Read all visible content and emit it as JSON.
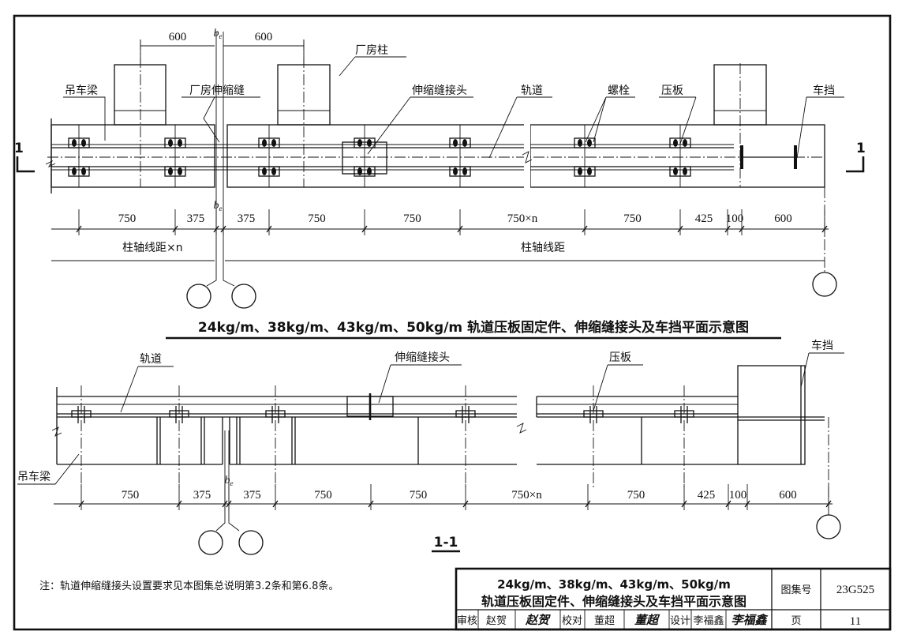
{
  "plan": {
    "title": "24kg/m、38kg/m、43kg/m、50kg/m 轨道压板固定件、伸缩缝接头及车挡平面示意图",
    "section_mark": "1",
    "dim_top_600_left": "600",
    "dim_top_600_right": "600",
    "be": "b",
    "be_sub": "e",
    "labels": {
      "crane_beam": "吊车梁",
      "factory_joint": "厂房伸缩缝",
      "factory_column": "厂房柱",
      "joint_connector": "伸缩缝接头",
      "rail": "轨道",
      "bolt": "螺栓",
      "clamp_plate": "压板",
      "car_stop": "车挡"
    },
    "dims": [
      "750",
      "375",
      "375",
      "750",
      "750",
      "750×n",
      "750",
      "425",
      "100",
      "600"
    ],
    "axis_left": "柱轴线距×n",
    "axis_right": "柱轴线距"
  },
  "section": {
    "title": "1-1",
    "labels": {
      "rail": "轨道",
      "joint_connector": "伸缩缝接头",
      "clamp_plate": "压板",
      "car_stop": "车挡",
      "crane_beam": "吊车梁"
    },
    "dims": [
      "750",
      "375",
      "375",
      "750",
      "750",
      "750×n",
      "750",
      "425",
      "100",
      "600"
    ]
  },
  "note": "注：轨道伸缩缝接头设置要求见本图集总说明第3.2条和第6.8条。",
  "title_block": {
    "title_line1": "24kg/m、38kg/m、43kg/m、50kg/m",
    "title_line2": "轨道压板固定件、伸缩缝接头及车挡平面示意图",
    "atlas_label": "图集号",
    "atlas_no": "23G525",
    "review_label": "审核",
    "reviewer": "赵贺",
    "reviewer_sig": "赵贺",
    "check_label": "校对",
    "checker": "董超",
    "checker_sig": "董超",
    "design_label": "设计",
    "designer": "李福鑫",
    "designer_sig": "李福鑫",
    "page_label": "页",
    "page_no": "11"
  }
}
